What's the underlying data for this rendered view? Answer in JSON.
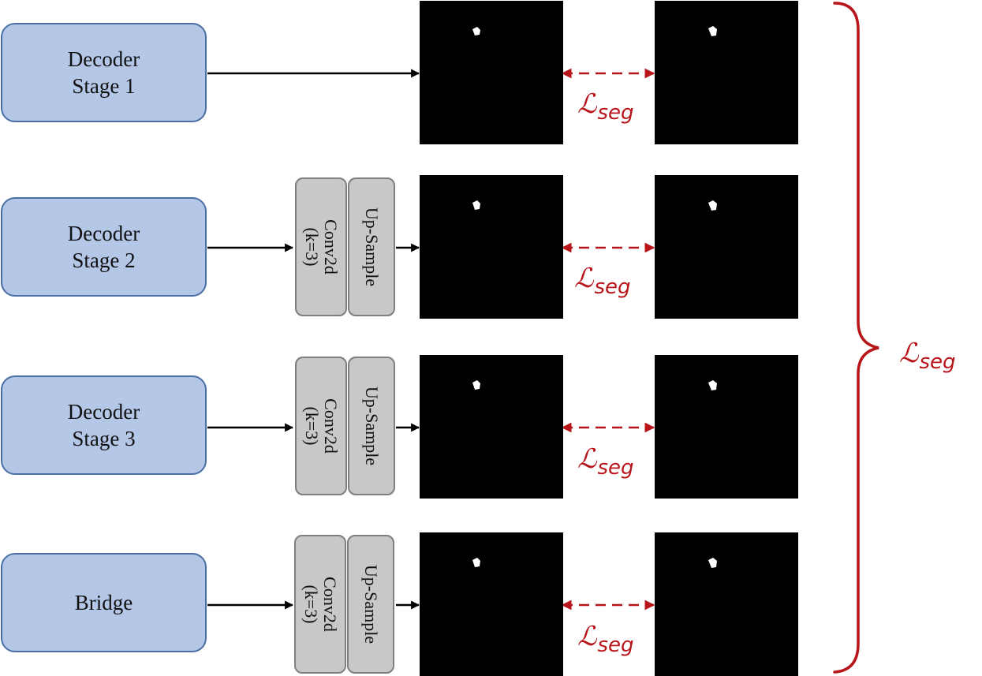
{
  "rows": [
    {
      "stage_lines": [
        "Decoder",
        "Stage 1"
      ],
      "has_ops": false
    },
    {
      "stage_lines": [
        "Decoder",
        "Stage 2"
      ],
      "has_ops": true
    },
    {
      "stage_lines": [
        "Decoder",
        "Stage 3"
      ],
      "has_ops": true
    },
    {
      "stage_lines": [
        "Bridge"
      ],
      "has_ops": true
    }
  ],
  "ops": {
    "conv_lines": [
      "Conv2d",
      "(k=3)"
    ],
    "upsample_label": "Up-Sample"
  },
  "loss": {
    "symbol": "ℒ",
    "subscript": "seg"
  },
  "colors": {
    "stage_fill": "#b4c7e7",
    "stage_border": "#4a6fa5",
    "op_fill": "#c8c8c8",
    "op_border": "#7f7f7f",
    "loss_red": "#b8151b",
    "arrow": "#000000",
    "mask_bg": "#000000",
    "mask_fg": "#ffffff"
  }
}
